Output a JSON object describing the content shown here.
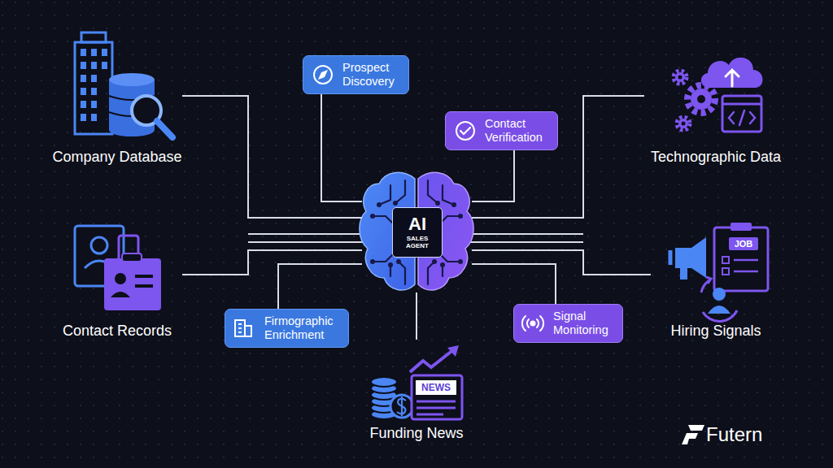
{
  "diagram": {
    "nodes": [
      {
        "text": [
          "Prospect Discovery"
        ]
      },
      {
        "text": [
          "Contact Verification"
        ]
      },
      {
        "text": [
          "Company Database"
        ]
      },
      {
        "text": [
          "Technographic Data"
        ]
      },
      {
        "text": [
          "AI",
          "SALES AGENT"
        ]
      },
      {
        "text": [
          "Contact Records"
        ]
      },
      {
        "text": [
          "Hiring Signals"
        ]
      },
      {
        "text": [
          "Firmographic Enrichment"
        ]
      },
      {
        "text": [
          "Signal Monitoring"
        ]
      },
      {
        "text": [
          "Funding News"
        ]
      }
    ],
    "edges": [
      {
        "from": 0,
        "to": 4,
        "arrow": "none"
      },
      {
        "from": 1,
        "to": 4,
        "arrow": "none"
      },
      {
        "from": 2,
        "to": 4,
        "arrow": "none"
      },
      {
        "from": 3,
        "to": 4,
        "arrow": "none"
      },
      {
        "from": 5,
        "to": 4,
        "arrow": "none"
      },
      {
        "from": 6,
        "to": 4,
        "arrow": "none"
      },
      {
        "from": 7,
        "to": 4,
        "arrow": "none"
      },
      {
        "from": 8,
        "to": 4,
        "arrow": "none"
      },
      {
        "from": 9,
        "to": 4,
        "arrow": "none"
      }
    ],
    "labels": [
      "NEWS",
      "JOB",
      "Futern"
    ]
  }
}
